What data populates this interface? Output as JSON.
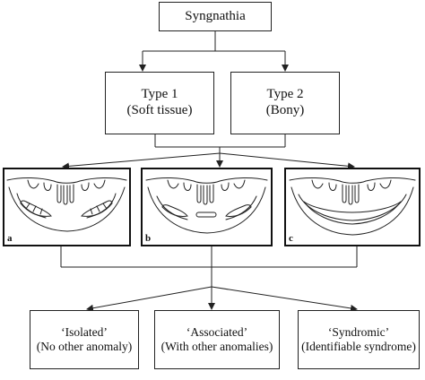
{
  "root": {
    "label": "Syngnathia"
  },
  "types": [
    {
      "title": "Type 1",
      "subtitle": "(Soft tissue)"
    },
    {
      "title": "Type 2",
      "subtitle": "(Bony)"
    }
  ],
  "panels": [
    {
      "label": "a"
    },
    {
      "label": "b"
    },
    {
      "label": "c"
    }
  ],
  "categories": [
    {
      "title": "‘Isolated’",
      "subtitle": "(No other anomaly)"
    },
    {
      "title": "‘Associated’",
      "subtitle": "(With other anomalies)"
    },
    {
      "title": "‘Syndromic’",
      "subtitle": "(Identifiable syndrome)"
    }
  ],
  "colors": {
    "line": "#222222",
    "background": "#ffffff"
  }
}
